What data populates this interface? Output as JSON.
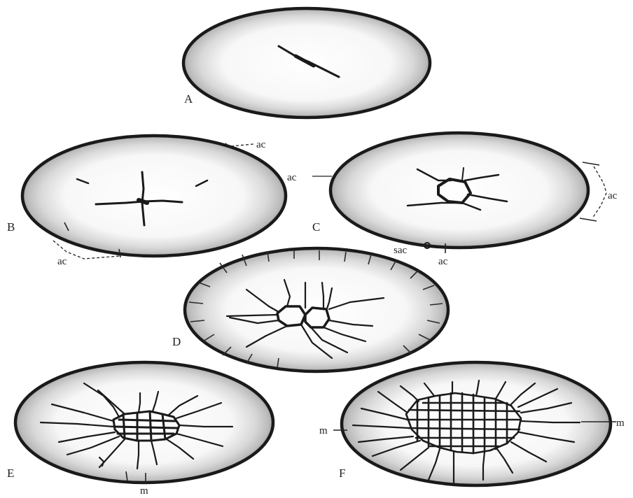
{
  "figure": {
    "panels": [
      {
        "id": "A",
        "label": "A"
      },
      {
        "id": "B",
        "label": "B"
      },
      {
        "id": "C",
        "label": "C"
      },
      {
        "id": "D",
        "label": "D"
      },
      {
        "id": "E",
        "label": "E"
      },
      {
        "id": "F",
        "label": "F"
      }
    ],
    "annotations": {
      "ac": "ac",
      "sac": "sac",
      "m": "m"
    }
  }
}
